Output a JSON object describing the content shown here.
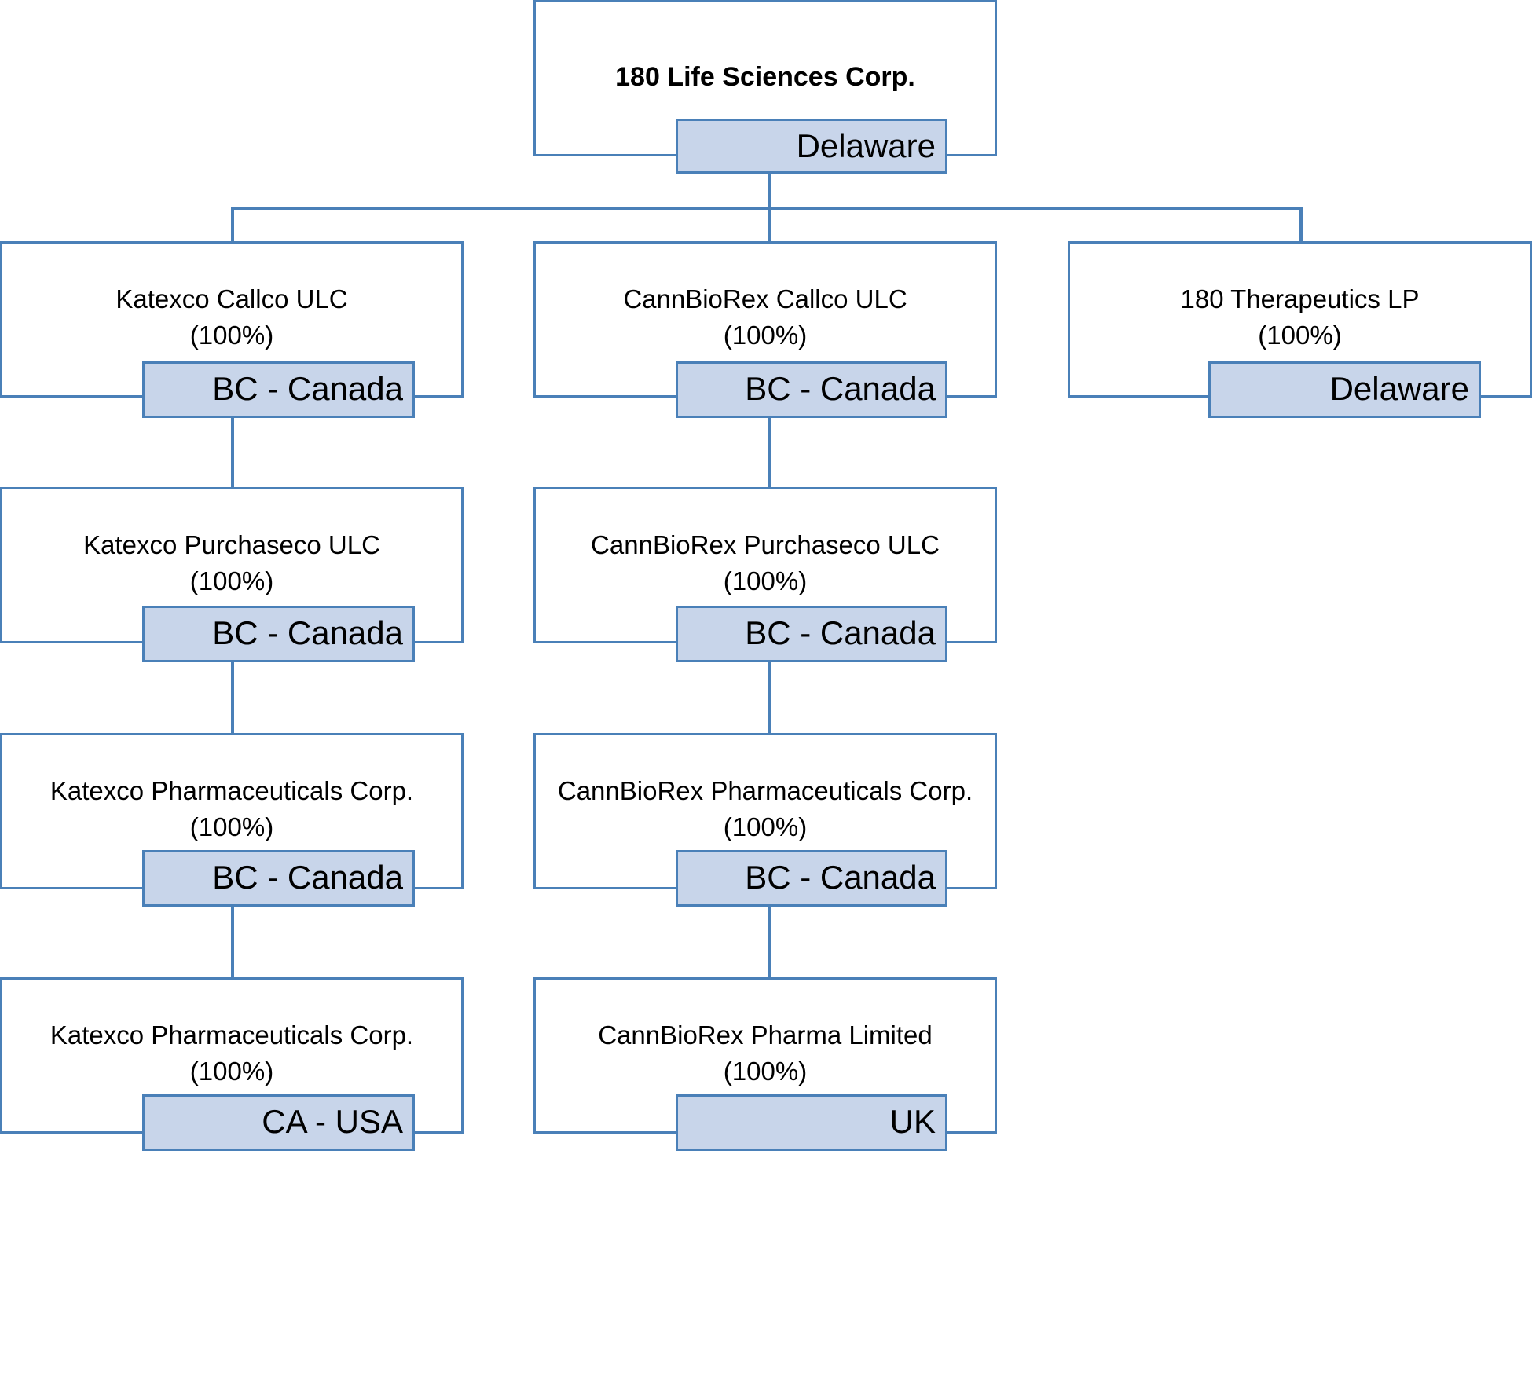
{
  "root": {
    "name": "180 Life Sciences Corp.",
    "jurisdiction": "Delaware"
  },
  "columns": [
    [
      {
        "name": "Katexco Callco ULC",
        "ownership": "(100%)",
        "jurisdiction": "BC - Canada"
      },
      {
        "name": "Katexco Purchaseco ULC",
        "ownership": "(100%)",
        "jurisdiction": "BC - Canada"
      },
      {
        "name": "Katexco Pharmaceuticals Corp.",
        "ownership": "(100%)",
        "jurisdiction": "BC - Canada"
      },
      {
        "name": "Katexco Pharmaceuticals Corp.",
        "ownership": "(100%)",
        "jurisdiction": "CA - USA"
      }
    ],
    [
      {
        "name": "CannBioRex Callco ULC",
        "ownership": "(100%)",
        "jurisdiction": "BC - Canada"
      },
      {
        "name": "CannBioRex Purchaseco ULC",
        "ownership": "(100%)",
        "jurisdiction": "BC - Canada"
      },
      {
        "name": "CannBioRex Pharmaceuticals Corp.",
        "ownership": "(100%)",
        "jurisdiction": "BC - Canada"
      },
      {
        "name": "CannBioRex Pharma Limited",
        "ownership": "(100%)",
        "jurisdiction": "UK"
      }
    ],
    [
      {
        "name": "180 Therapeutics LP",
        "ownership": "(100%)",
        "jurisdiction": "Delaware"
      }
    ]
  ],
  "colors": {
    "border": "#4a80b8",
    "tag_fill": "#c8d5ea"
  }
}
